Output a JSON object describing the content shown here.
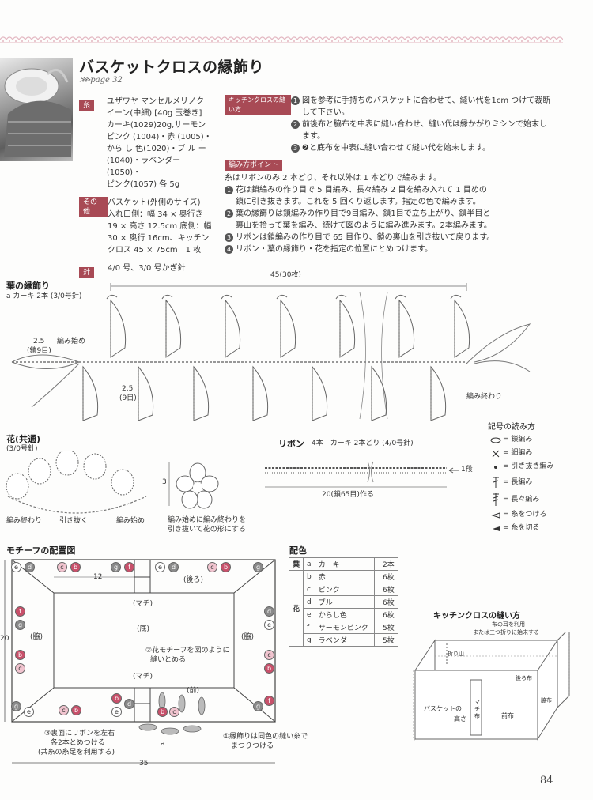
{
  "header": {
    "title": "バスケットクロスの縁飾り",
    "page_ref": "page 32"
  },
  "materials": {
    "yarn_tag": "糸",
    "yarn_text": [
      "ユザワヤ マンセルメリノク",
      "イーン(中細) [40g 玉巻き]",
      "カーキ(1029)20g,サーモン",
      "ピンク (1004)・赤 (1005)・",
      "から し 色(1020)・ブ ル ー",
      "(1040)・ラベンダー (1050)・",
      "ピンク(1057) 各 5g"
    ],
    "other_tag": "その他",
    "other_text": [
      "バスケット(外側のサイズ)",
      "入れ口側：幅 34 × 奥行き",
      "19 × 高さ 12.5cm 底側：幅",
      "30 × 奥行 16cm、キッチン",
      "クロス 45 × 75cm　1 枚"
    ],
    "needle_tag": "針",
    "needle_text": "4/0 号、3/0 号かぎ針"
  },
  "instructions": {
    "sewing_tag": "キッチンクロスの縫い方",
    "sewing_steps": [
      {
        "num": "1",
        "lines": [
          "図を参考に手持ちのバスケットに合わせて、縫い代を1cm つけて裁断",
          "して下さい。"
        ]
      },
      {
        "num": "2",
        "lines": [
          "前後布と脇布を中表に縫い合わせ、縫い代は縁かがりミシンで始末し",
          "ます。"
        ]
      },
      {
        "num": "3",
        "lines": [
          "❷と底布を中表に縫い合わせて縫い代を始末します。"
        ]
      }
    ],
    "points_tag": "編み方ポイント",
    "points_intro": "糸はリボンのみ 2 本どり、それ以外は 1 本どりで編みます。",
    "points_steps": [
      {
        "num": "1",
        "lines": [
          "花は鎖編みの作り目で 5 目編み、長々編み 2 目を編み入れて 1 目めの",
          "鎖に引き抜きます。これを 5 回くり返します。指定の色で編みます。"
        ]
      },
      {
        "num": "2",
        "lines": [
          "葉の縁飾りは鎖編みの作り目で9目編み、鎖1目で立ち上がり、鎖半目と",
          "裏山を拾って葉を編み、続けて図のように編み進みます。2本編みます。"
        ]
      },
      {
        "num": "3",
        "lines": [
          "リボンは鎖編みの作り目で 65 目作り、鎖の裏山を引き抜いて戻ります。"
        ]
      },
      {
        "num": "4",
        "lines": [
          "リボン・葉の縁飾り・花を指定の位置にとめつけます。"
        ]
      }
    ]
  },
  "leaf_diagram": {
    "title": "葉の縁飾り",
    "subtitle": "a カーキ 2本 (3/0号針)",
    "width_label": "45(30枚)",
    "chain_label_1": "2.5",
    "chain_label_2": "(鎖9目)",
    "start_label": "編み始め",
    "side_label_1": "2.5",
    "side_label_2": "(9目)",
    "end_label": "編み終わり"
  },
  "flower_diagram": {
    "title": "花(共通)",
    "subtitle": "(3/0号針)",
    "end_label": "編み終わり",
    "pull_label": "引き抜く",
    "start_label": "編み始め",
    "size_label": "3",
    "note_1": "編み始めに編み終わりを",
    "note_2": "引き抜いて花の形にする"
  },
  "ribbon_diagram": {
    "title": "リボン",
    "subtitle": "4本　カーキ 2本どり (4/0号針)",
    "row_label": "1段",
    "length_label": "20(鎖65目)作る"
  },
  "symbol_legend": {
    "title": "記号の読み方",
    "items": [
      {
        "symbol": "oval",
        "label": "= 鎖編み"
      },
      {
        "symbol": "cross",
        "label": "= 細編み"
      },
      {
        "symbol": "dot",
        "label": "= 引き抜き編み"
      },
      {
        "symbol": "tall",
        "label": "= 長編み"
      },
      {
        "symbol": "tall2",
        "label": "= 長々編み"
      },
      {
        "symbol": "open-arrow",
        "label": "= 糸をつける"
      },
      {
        "symbol": "solid-arrow",
        "label": "= 糸を切る"
      }
    ]
  },
  "motif_layout": {
    "title": "モチーフの配置図",
    "width_label": "35",
    "height_label": "20",
    "inner_dim": "12",
    "back_label": "(後ろ)",
    "gusset_top": "(マチ)",
    "bottom_label": "(底)",
    "side_left": "(脇)",
    "side_right": "(脇)",
    "gusset_bottom": "(マチ)",
    "front_label": "(前)",
    "note2_1": "②花モチーフを図のように",
    "note2_2": "縫いとめる",
    "note3_1": "③裏面にリボンを左右",
    "note3_2": "各2本とめつける",
    "note3_3": "(共糸の糸足を利用する)",
    "note1_1": "①縁飾りは同色の縫い糸で",
    "note1_2": "まつりつける",
    "a_label": "a"
  },
  "color_table": {
    "title": "配色",
    "rows": [
      {
        "group": "葉",
        "key": "a",
        "color": "カーキ",
        "qty": "2本"
      },
      {
        "group": "",
        "key": "b",
        "color": "赤",
        "qty": "6枚"
      },
      {
        "group": "",
        "key": "c",
        "color": "ピンク",
        "qty": "6枚"
      },
      {
        "group": "花",
        "key": "d",
        "color": "ブルー",
        "qty": "6枚"
      },
      {
        "group": "",
        "key": "e",
        "color": "からし色",
        "qty": "6枚"
      },
      {
        "group": "",
        "key": "f",
        "color": "サーモンピンク",
        "qty": "5枚"
      },
      {
        "group": "",
        "key": "g",
        "color": "ラベンダー",
        "qty": "5枚"
      }
    ]
  },
  "sewing_diagram": {
    "title": "キッチンクロスの縫い方",
    "note_1": "布の耳を利用",
    "note_2": "または三つ折りに始末する",
    "fold_label": "折り山",
    "back_cloth": "後ろ布",
    "side_cloth": "脇布",
    "basket_height_1": "バスケットの",
    "basket_height_2": "高さ",
    "gusset": "マチ布",
    "front_cloth": "前布"
  },
  "page_number": "84",
  "colors": {
    "accent": "#a84a55",
    "red": "#c8506a",
    "pink": "#f1c4cf",
    "blue_gray": "#8a8a8a",
    "dark": "#555555"
  }
}
